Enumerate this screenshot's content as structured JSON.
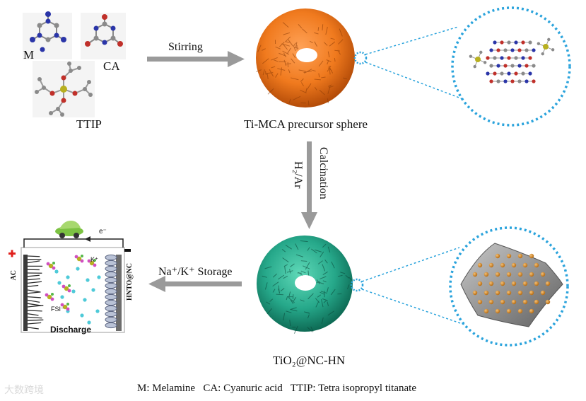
{
  "molecules": {
    "m_label": "M",
    "ca_label": "CA",
    "ttip_label": "TTIP"
  },
  "steps": {
    "stirring": "Stirring",
    "precursor": "Ti-MCA precursor sphere",
    "calcination": "Calcination",
    "atmosphere": "H₂/Ar",
    "storage": "Na⁺/K⁺ Storage",
    "product": "TiO₂@NC-HN"
  },
  "battery": {
    "electron": "e⁻",
    "plus": "+",
    "minus": "−",
    "cathode": "AC",
    "anode": "HNTO@NC",
    "cation": "K⁺",
    "anion": "FSI⁻",
    "process": "Discharge"
  },
  "legend": "M: Melamine   CA: Cyanuric acid   TTIP: Tetra isopropyl titanate",
  "watermark": "大数跨境",
  "colors": {
    "precursor_torus": "#f07a1e",
    "product_torus": "#26a88a",
    "arrow": "#9a9a9a",
    "dotted_zoom": "#2aa3dc",
    "nitrogen": "#2a35a8",
    "oxygen": "#c0302a",
    "carbon": "#8a8a8a",
    "titanium": "#b8b020",
    "sheet": "#8f8f8f",
    "nanoparticle": "#d38a26"
  }
}
